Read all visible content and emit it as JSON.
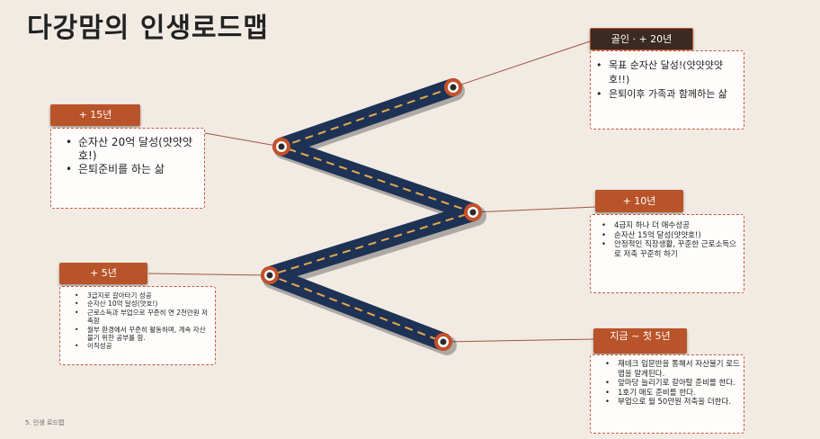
{
  "title": "다강맘의 인생로드맵",
  "footer": "5. 인생 로드맵",
  "milestones": {
    "final": {
      "label": "골인 · + 20년",
      "items": [
        "목표 순자산 달성!(얏얏얏얏호!!)",
        "은퇴이후 가족과 함께하는 삶"
      ]
    },
    "y15": {
      "label": "+ 15년",
      "items": [
        "순자산 20억 달성(얏얏얏호!)",
        "은퇴준비를 하는 삶"
      ]
    },
    "y10": {
      "label": "+ 10년",
      "items": [
        "4급지 하나 더 매수성공",
        "순자산 15억 달성(얏얏호!)",
        "안정적인 직장생활, 꾸준한 근로소득으로 저축 꾸준히 하기"
      ]
    },
    "y5": {
      "label": "+ 5년",
      "items": [
        "3급지로 갈아타기 성공",
        "순자산 10억 달성(얏호!)",
        "근로소득과 부업으로 꾸준히 연 2천만원 저축함",
        "월부 환경에서 꾸준히 활동하며, 계속 자산불기 위한 공부를 함.",
        "이직성공"
      ]
    },
    "now": {
      "label": "지금 ~ 첫 5년",
      "items": [
        "재테크 입문반을 통해서 자산불기 로드맵을 알게된다.",
        "앞마당 늘리기로 갈아탈 준비를 한다.",
        "1호기 매도 준비를 한다.",
        "부업으로 월 50만원 저축을 더한다."
      ]
    }
  },
  "colors": {
    "background": "#f1ebe4",
    "accent": "#b9542a",
    "road": "#1e3256",
    "road_dash": "#e8a94a",
    "box_border": "#c8553a"
  }
}
